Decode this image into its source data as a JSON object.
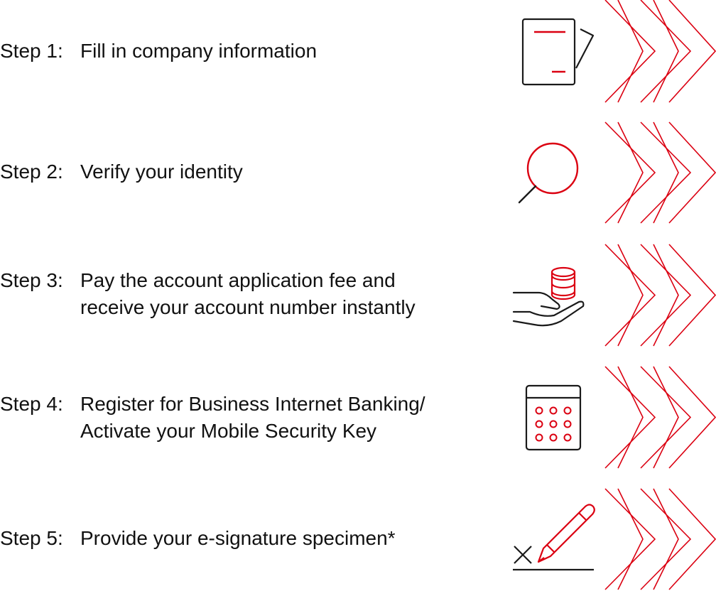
{
  "colors": {
    "accent": "#db0011",
    "ink": "#1a1a1a",
    "text": "#111111"
  },
  "steps": [
    {
      "number": "Step 1:",
      "lines": [
        "Fill in company information"
      ],
      "icon": "document-icon"
    },
    {
      "number": "Step 2:",
      "lines": [
        "Verify your identity"
      ],
      "icon": "magnifier-icon"
    },
    {
      "number": "Step 3:",
      "lines": [
        "Pay the account application fee and",
        "receive your account number instantly"
      ],
      "icon": "hand-coins-icon"
    },
    {
      "number": "Step 4:",
      "lines": [
        "Register for Business Internet Banking/",
        "Activate your Mobile Security Key"
      ],
      "icon": "security-keypad-icon"
    },
    {
      "number": "Step 5:",
      "lines": [
        "Provide your e-signature specimen*"
      ],
      "icon": "pen-signature-icon"
    }
  ]
}
